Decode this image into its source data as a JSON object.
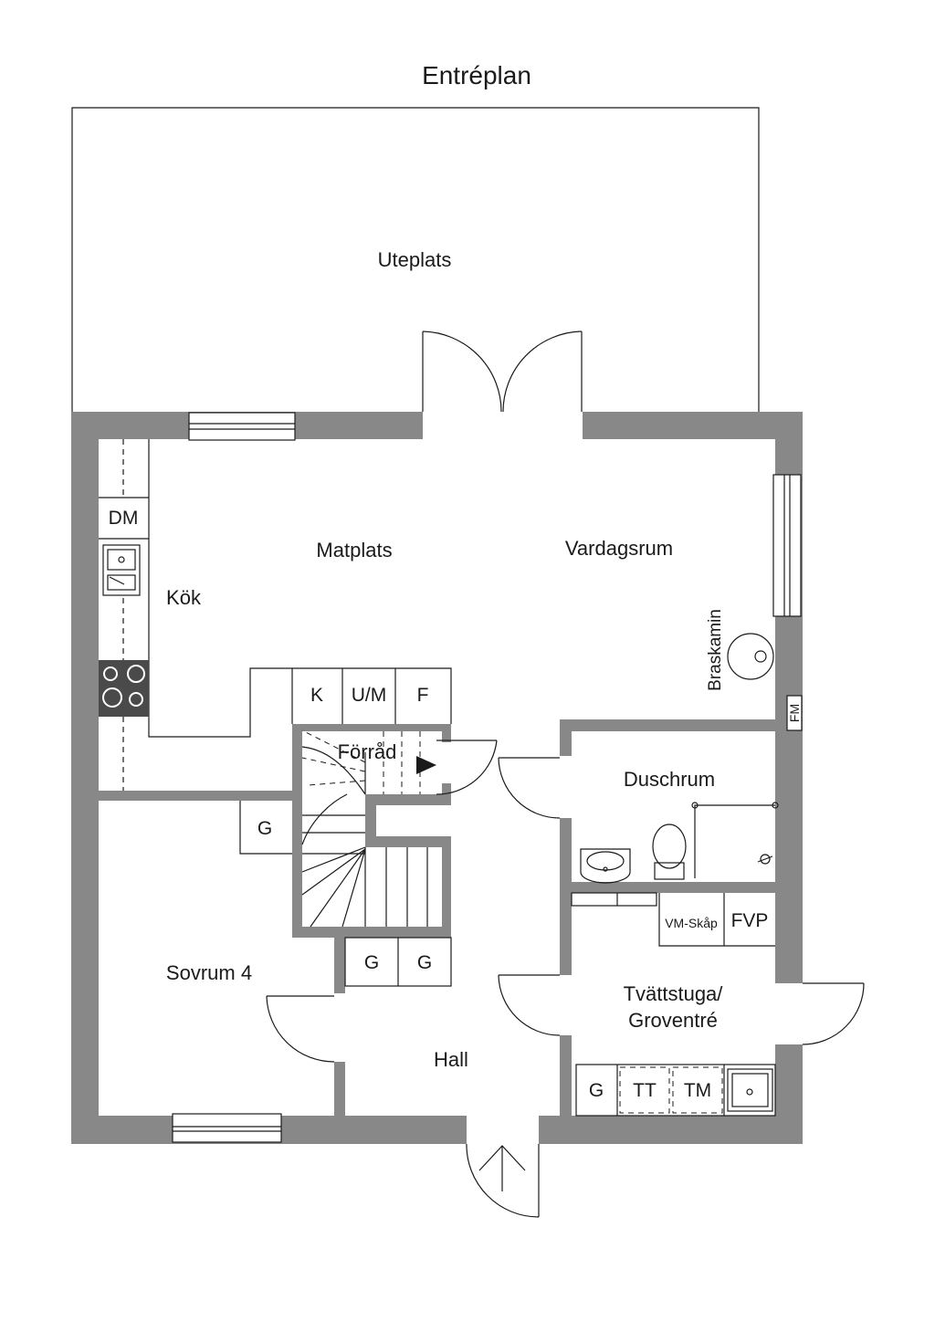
{
  "title": "Entréplan",
  "rooms": {
    "uteplats": "Uteplats",
    "matplats": "Matplats",
    "vardagsrum": "Vardagsrum",
    "kok": "Kök",
    "forrad": "Förråd",
    "duschrum": "Duschrum",
    "sovrum4": "Sovrum 4",
    "hall": "Hall",
    "tvattstuga_line1": "Tvättstuga/",
    "tvattstuga_line2": "Groventré"
  },
  "fixtures": {
    "dm": "DM",
    "k": "K",
    "um": "U/M",
    "f": "F",
    "braskamin": "Braskamin",
    "fm": "FM",
    "g_sovrum": "G",
    "g_hall_1": "G",
    "g_hall_2": "G",
    "vm_skap": "VM-Skåp",
    "fvp": "FVP",
    "g_tvatt": "G",
    "tt": "TT",
    "tm": "TM"
  }
}
